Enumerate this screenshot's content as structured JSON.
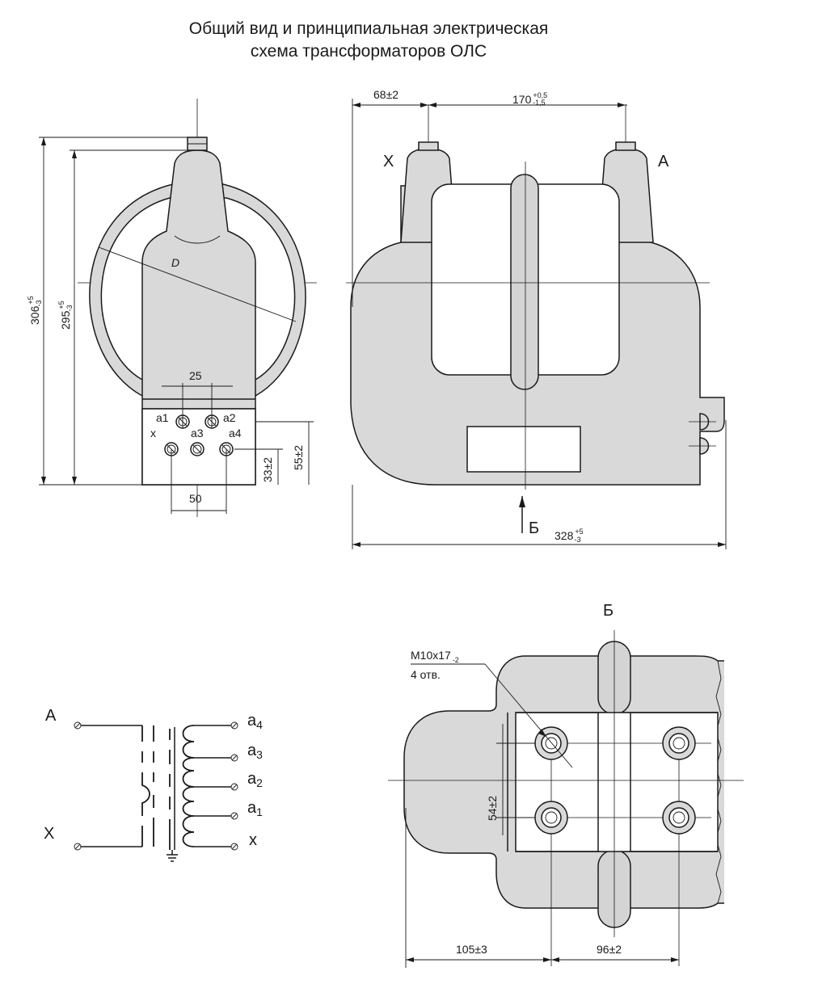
{
  "title": {
    "line1": "Общий вид и  принципиальная электрическая",
    "line2": "схема трансформаторов ОЛС"
  },
  "side_view": {
    "dim_height_total": "306",
    "dim_height_total_tol_top": "+5",
    "dim_height_total_tol_bot": "-3",
    "dim_height_body": "295",
    "dim_height_body_tol_top": "+5",
    "dim_height_body_tol_bot": "-3",
    "dim_diameter": "D",
    "dim_terminal_spacing_top": "25",
    "dim_terminal_spacing_bottom": "50",
    "dim_33": "33±2",
    "dim_55": "55±2",
    "terminal_a1": "a1",
    "terminal_a2": "a2",
    "terminal_a3": "a3",
    "terminal_a4": "a4",
    "terminal_x": "x"
  },
  "front_view": {
    "dim_68": "68±2",
    "dim_170": "170",
    "dim_170_tol_top": "+0,5",
    "dim_170_tol_bot": "-1,5",
    "dim_328": "328",
    "dim_328_tol_top": "+5",
    "dim_328_tol_bot": "-3",
    "label_X": "X",
    "label_A": "A",
    "view_marker": "Б"
  },
  "base_view": {
    "title": "Б",
    "hole_spec": "M10x17",
    "hole_spec_tol": "-2",
    "hole_count": "4 отв.",
    "dim_54": "54±2",
    "dim_105": "105±3",
    "dim_96": "96±2"
  },
  "schematic": {
    "label_A": "A",
    "label_X": "X",
    "out_a4_main": "a",
    "out_a4_sub": "4",
    "out_a3_main": "a",
    "out_a3_sub": "3",
    "out_a2_main": "a",
    "out_a2_sub": "2",
    "out_a1_main": "a",
    "out_a1_sub": "1",
    "out_x": "x"
  }
}
